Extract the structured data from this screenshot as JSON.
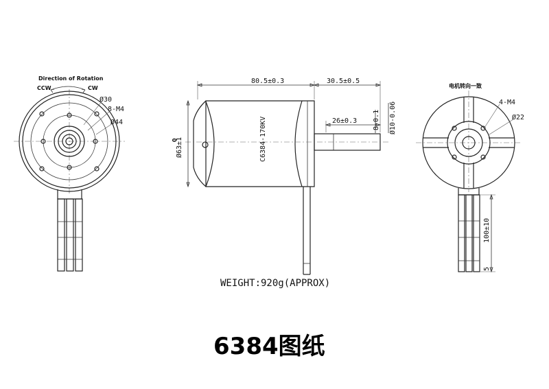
{
  "left_view": {
    "rotation_title": "Direction of Rotation",
    "ccw": "CCW",
    "cw": "CW",
    "dia_30": "Ø30",
    "holes": "8-M4",
    "dia_44": "Ø44"
  },
  "side_view": {
    "length_body": "80.5±0.3",
    "length_shaft_total": "30.5±0.5",
    "length_shaft": "26±0.3",
    "dia_body": "Ø63±1",
    "dia_shaft": "Ø10-0.06",
    "dia_step": "8-0.1",
    "model": "C6384-170KV",
    "body_tol": "0"
  },
  "right_view": {
    "title": "电机转向一致",
    "holes": "4-M4",
    "dia_22": "Ø22",
    "lead_length": "100±10",
    "lead_end": "5"
  },
  "weight": "WEIGHT:920g(APPROX)",
  "title": "6384图纸"
}
